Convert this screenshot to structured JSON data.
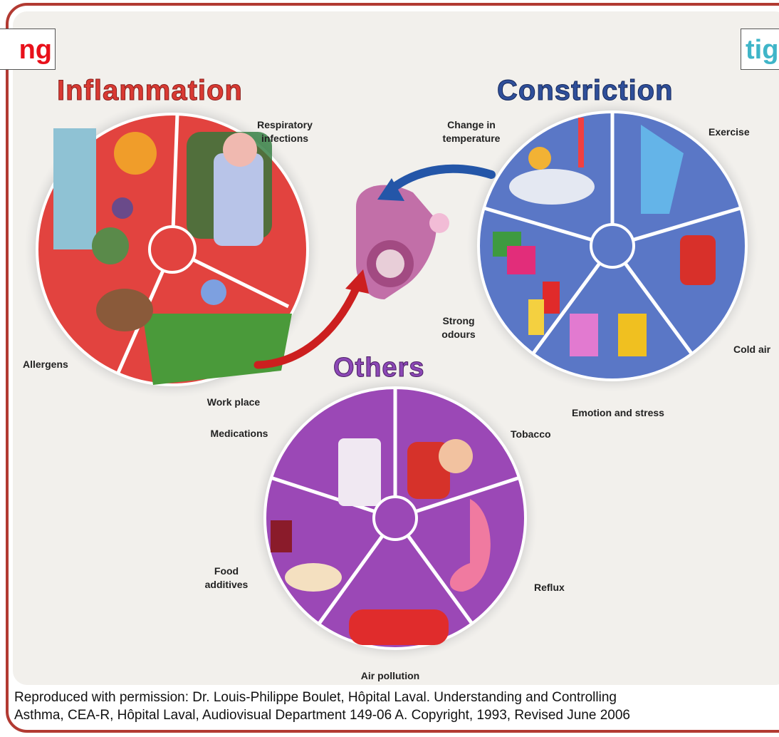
{
  "tags": {
    "left": "ng",
    "right": "tig"
  },
  "headings": {
    "inflammation": "Inflammation",
    "constriction": "Constriction",
    "others": "Others"
  },
  "inflammation_wheel": {
    "color": "#e2433f",
    "segments": [
      "Respiratory infections",
      "Work place",
      "Allergens"
    ]
  },
  "constriction_wheel": {
    "color": "#5a77c6",
    "segments": [
      "Change in temperature",
      "Exercise",
      "Cold air",
      "Emotion and stress",
      "Strong odours"
    ]
  },
  "others_wheel": {
    "color": "#9b48b6",
    "segments": [
      "Medications",
      "Tobacco",
      "Reflux",
      "Air pollution",
      "Food additives"
    ]
  },
  "labels": {
    "respiratory_1": "Respiratory",
    "respiratory_2": "infections",
    "work_place": "Work place",
    "allergens": "Allergens",
    "change_1": "Change in",
    "change_2": "temperature",
    "exercise": "Exercise",
    "cold_air": "Cold air",
    "emotion": "Emotion and stress",
    "strong_1": "Strong",
    "strong_2": "odours",
    "medications": "Medications",
    "tobacco": "Tobacco",
    "reflux": "Reflux",
    "air_pollution": "Air pollution",
    "food_1": "Food",
    "food_2": "additives"
  },
  "credit": {
    "line1": "Reproduced with permission:  Dr. Louis-Philippe Boulet, Hôpital Laval.  Understanding and Controlling",
    "line2": "Asthma, CEA-R, Hôpital Laval, Audiovisual Department 149-06 A.  Copyright, 1993, Revised June 2006"
  },
  "colors": {
    "frame": "#b23a32",
    "heading_red": "#d93a33",
    "heading_blue": "#2f4f9a",
    "heading_purple": "#8c48b6",
    "arrow_blue": "#2456a8",
    "arrow_red": "#cc1f1f"
  }
}
